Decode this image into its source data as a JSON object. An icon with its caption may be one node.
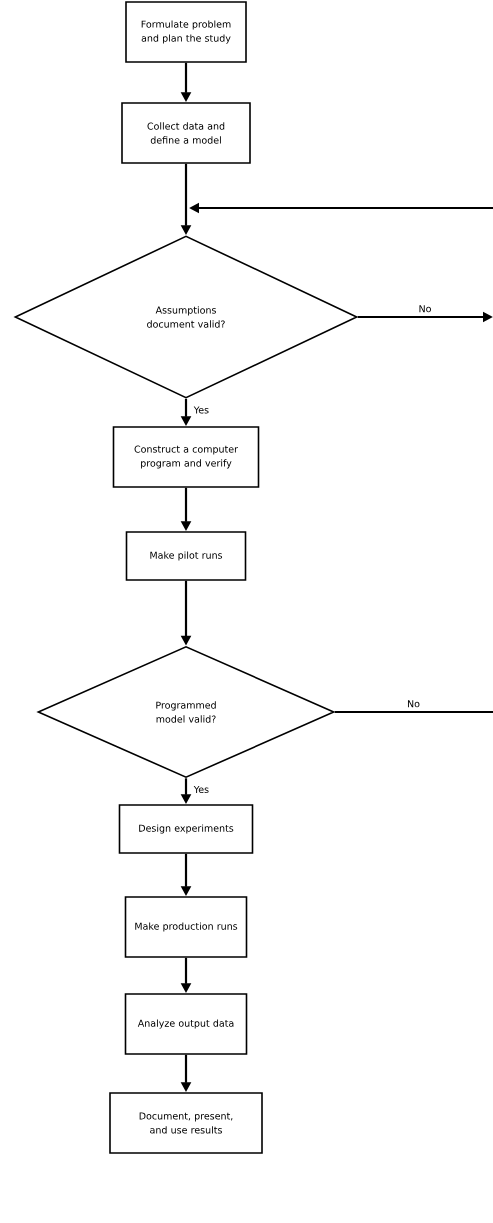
{
  "diagram": {
    "nodes": [
      {
        "text": [
          "Formulate problem and plan the study"
        ]
      },
      {
        "text": [
          "Collect data and define a model"
        ]
      },
      {
        "text": [
          "Assumptions document valid?"
        ]
      },
      {
        "text": [
          "Construct a computer program and verify"
        ]
      },
      {
        "text": [
          "Make pilot runs"
        ]
      },
      {
        "text": [
          "Programmed model valid?"
        ]
      },
      {
        "text": [
          "Design experiments"
        ]
      },
      {
        "text": [
          "Make production runs"
        ]
      },
      {
        "text": [
          "Analyze output data"
        ]
      },
      {
        "text": [
          "Document, present, and use results"
        ]
      }
    ],
    "edges": [
      {
        "from": 0,
        "to": 1,
        "arrow": "to"
      },
      {
        "from": 1,
        "to": 2,
        "arrow": "to"
      },
      {
        "from": 2,
        "to": 3,
        "arrow": "to",
        "label": "Yes"
      },
      {
        "from": 3,
        "to": 4,
        "arrow": "to"
      },
      {
        "from": 4,
        "to": 5,
        "arrow": "to"
      },
      {
        "from": 5,
        "to": 6,
        "arrow": "to",
        "label": "Yes"
      },
      {
        "from": 6,
        "to": 7,
        "arrow": "to"
      },
      {
        "from": 7,
        "to": 8,
        "arrow": "to"
      },
      {
        "from": 8,
        "to": 9,
        "arrow": "to"
      },
      {
        "from": 2,
        "to": null,
        "arrow": "to",
        "label": "No"
      },
      {
        "from": 5,
        "to": null,
        "arrow": "none",
        "label": "No"
      },
      {
        "from": null,
        "to": 2,
        "arrow": "to"
      }
    ]
  }
}
